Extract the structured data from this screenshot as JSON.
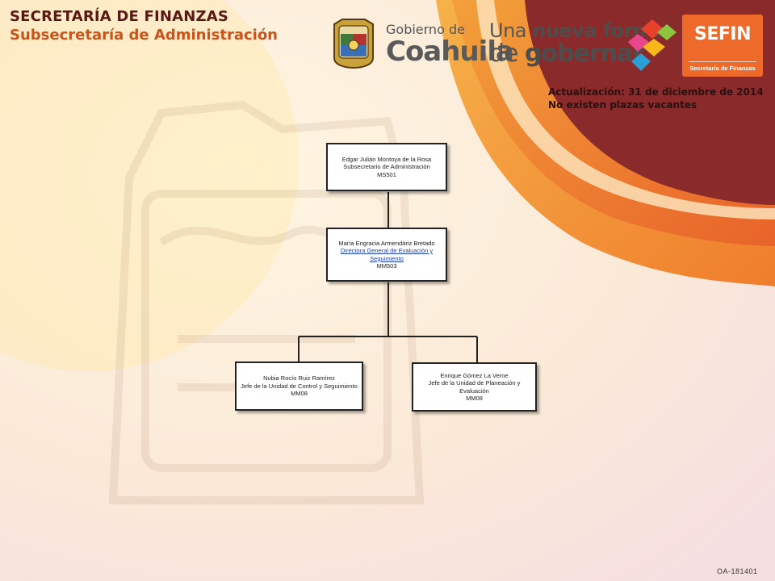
{
  "header": {
    "line1": "SECRETARÍA DE FINANZAS",
    "line2": "Subsecretaría de Administración"
  },
  "logos": {
    "gobierno_small": "Gobierno de",
    "gobierno_big": "Coahuila",
    "slogan_pre": "Una ",
    "slogan_bold1": "nueva forma",
    "slogan_mid": "de ",
    "slogan_bold2": "gobernar",
    "sefin_title": "SEFIN",
    "sefin_sub": "Secretaría de Finanzas"
  },
  "update": {
    "date_line": "Actualización: 31  de diciembre de 2014",
    "vacancy_line": "No existen plazas vacantes"
  },
  "org": {
    "top": {
      "name": "Edgar Julián Montoya de la Rosa",
      "title": "Subsecretario de Administración",
      "code": "MS501"
    },
    "director": {
      "name": "María Engracia Armendáriz Bretado",
      "title": "Directora General de Evaluación y Seguimiento",
      "code": "MM503"
    },
    "left": {
      "name": "Nubia Rocío Ruiz Ramírez",
      "title": "Jefe de la Unidad de Control y Seguimiento",
      "code": "MM08"
    },
    "right": {
      "name": "Enrique Gómez La Verne",
      "title": "Jefe de la Unidad de Planeación y Evaluación",
      "code": "MM08"
    }
  },
  "footer": {
    "code": "OA-181401"
  },
  "colors": {
    "maroon": "#8b2a2a",
    "orange": "#ee6a2a",
    "header_dark": "#5b1616",
    "header_orange": "#c9531a"
  }
}
